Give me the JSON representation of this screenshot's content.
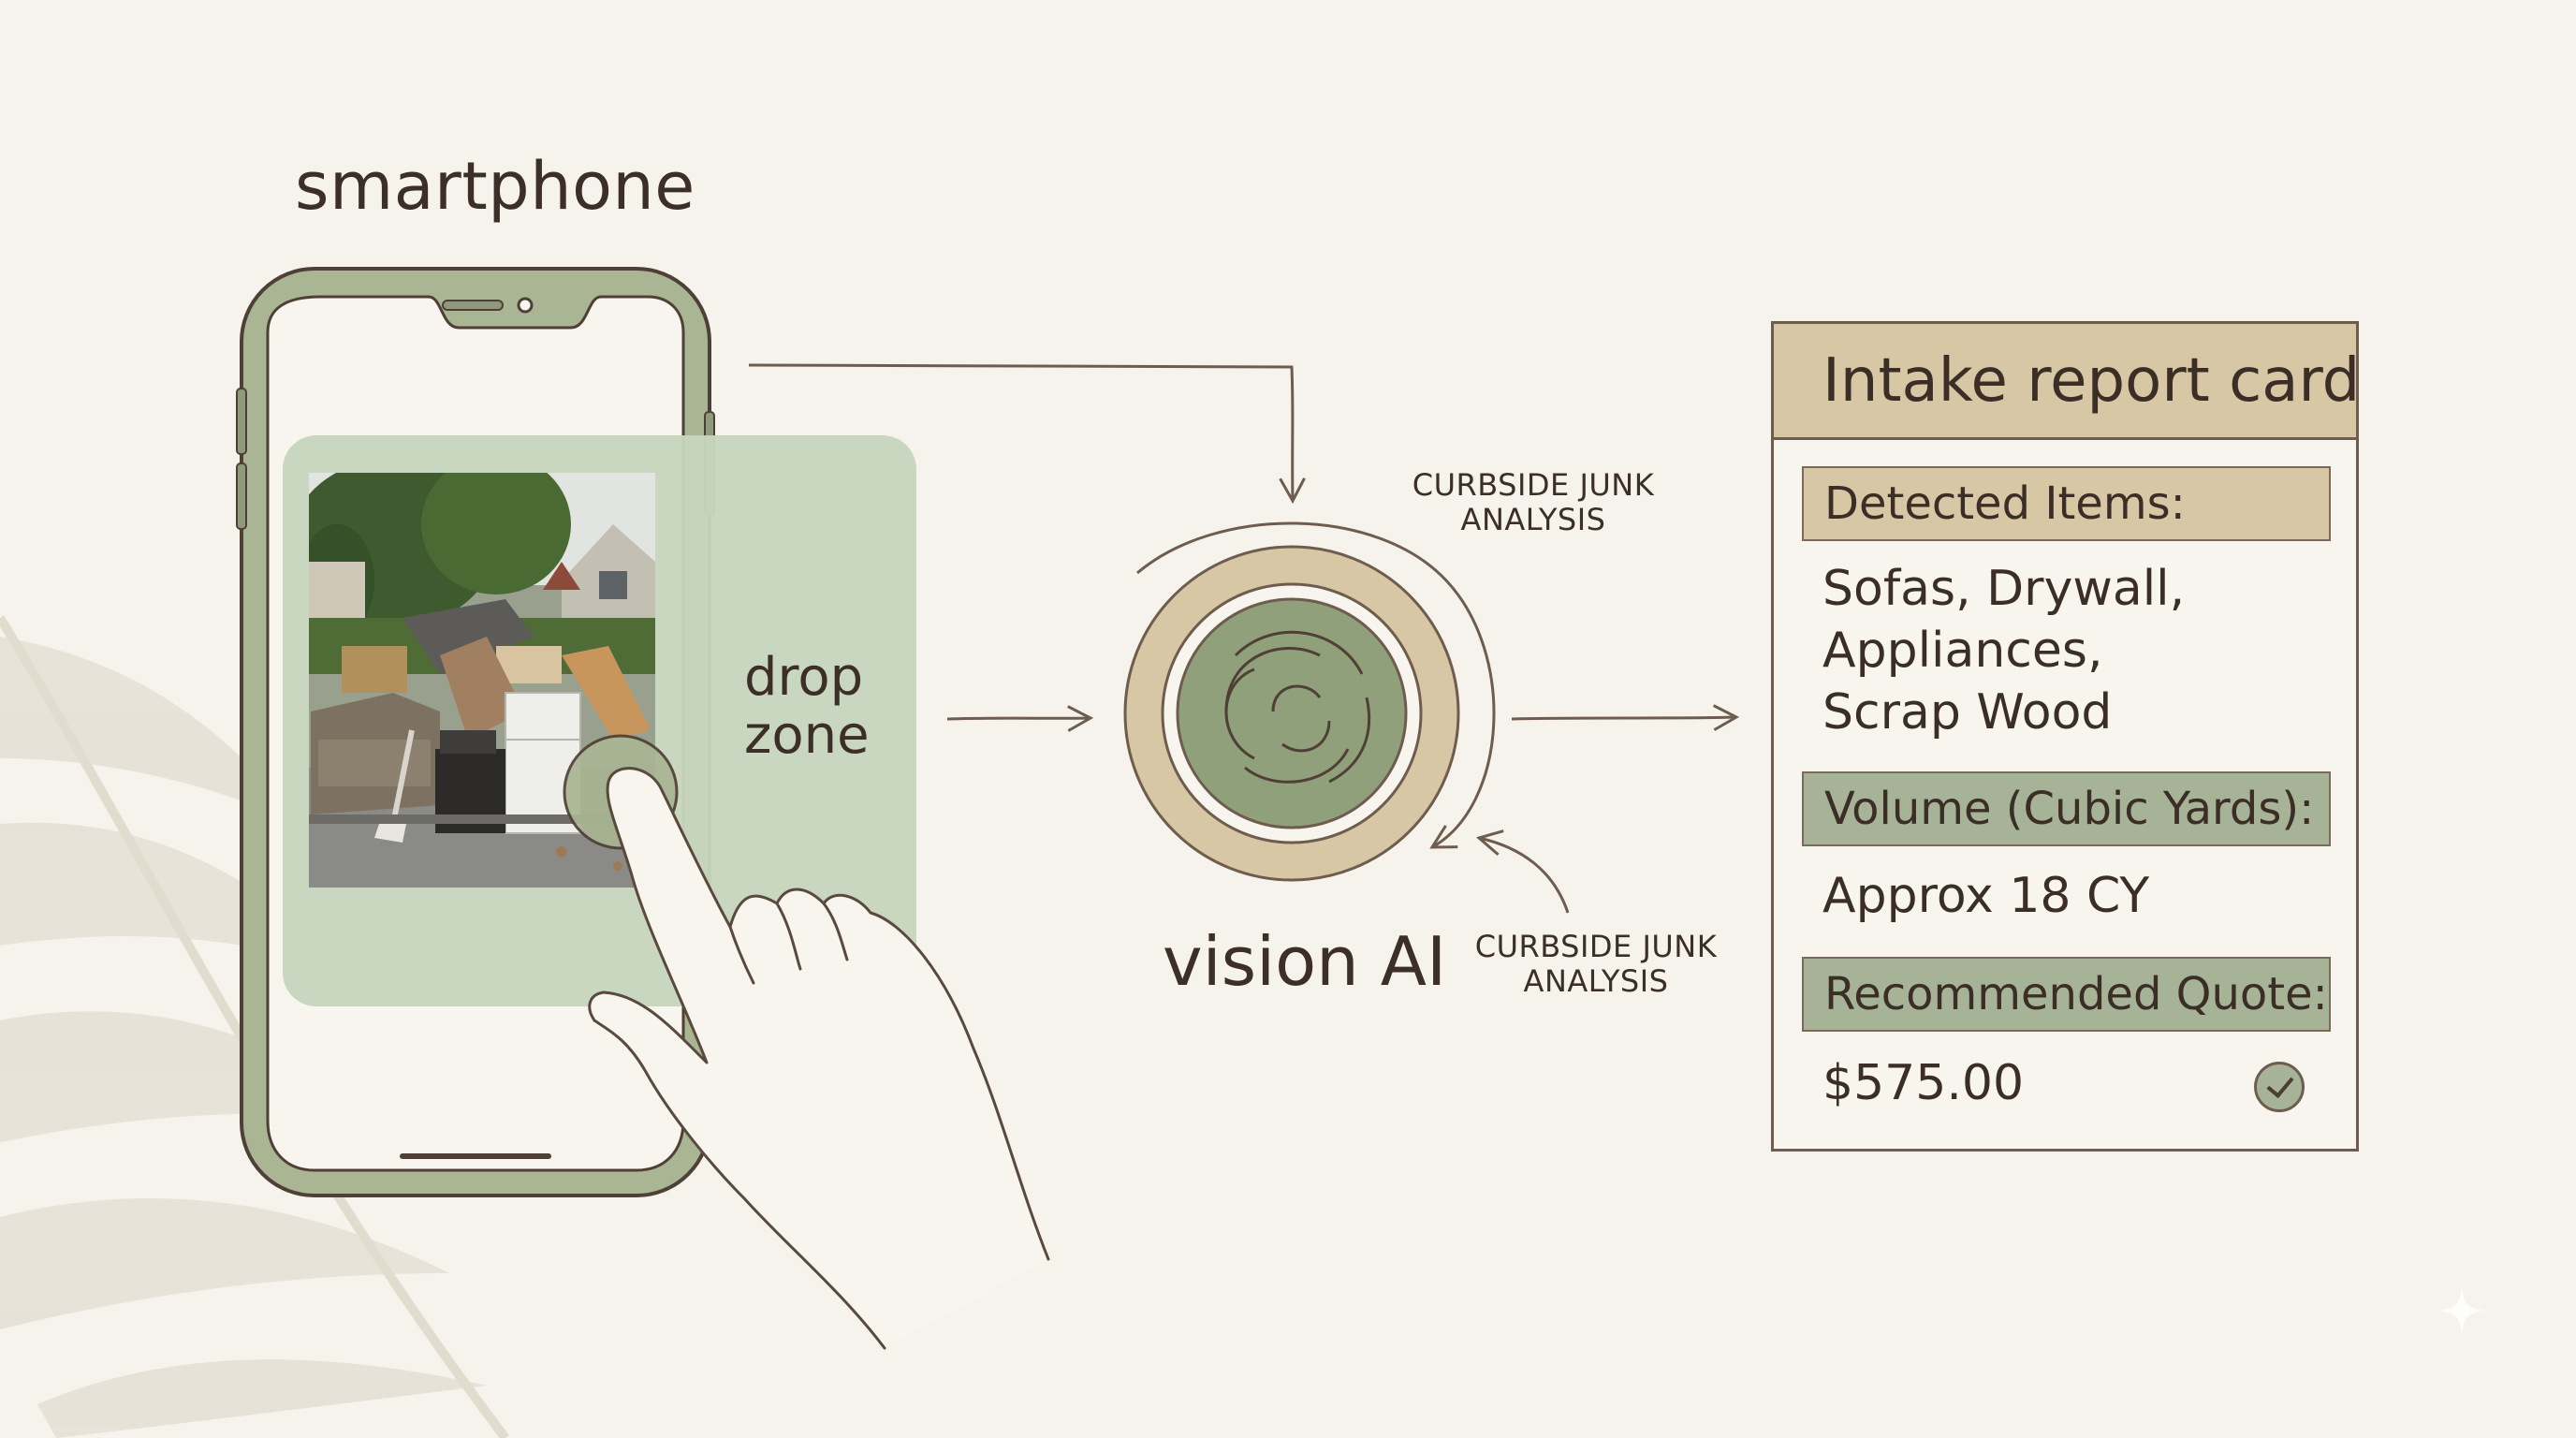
{
  "labels": {
    "smartphone": "smartphone",
    "drop_zone": "drop zone",
    "vision_ai": "vision AI",
    "caption_top": "CURBSIDE JUNK ANALYSIS",
    "caption_bottom": "CURBSIDE JUNK ANALYSIS"
  },
  "report_card": {
    "title": "Intake report card",
    "fields": [
      {
        "label": "Detected Items:",
        "value": "Sofas, Drywall,\nAppliances,\nScrap Wood"
      },
      {
        "label": "Volume (Cubic Yards):",
        "value": "Approx 18 CY"
      },
      {
        "label": "Recommended Quote:",
        "value": "$575.00"
      }
    ],
    "check_icon": "check-circle-icon"
  },
  "colors": {
    "background": "#f6f3ec",
    "ink": "#3b2f27",
    "sage": "#a7b397",
    "sage_light": "#c8d5bd",
    "tan": "#d7c7a4",
    "phone_body": "#a9b593"
  }
}
